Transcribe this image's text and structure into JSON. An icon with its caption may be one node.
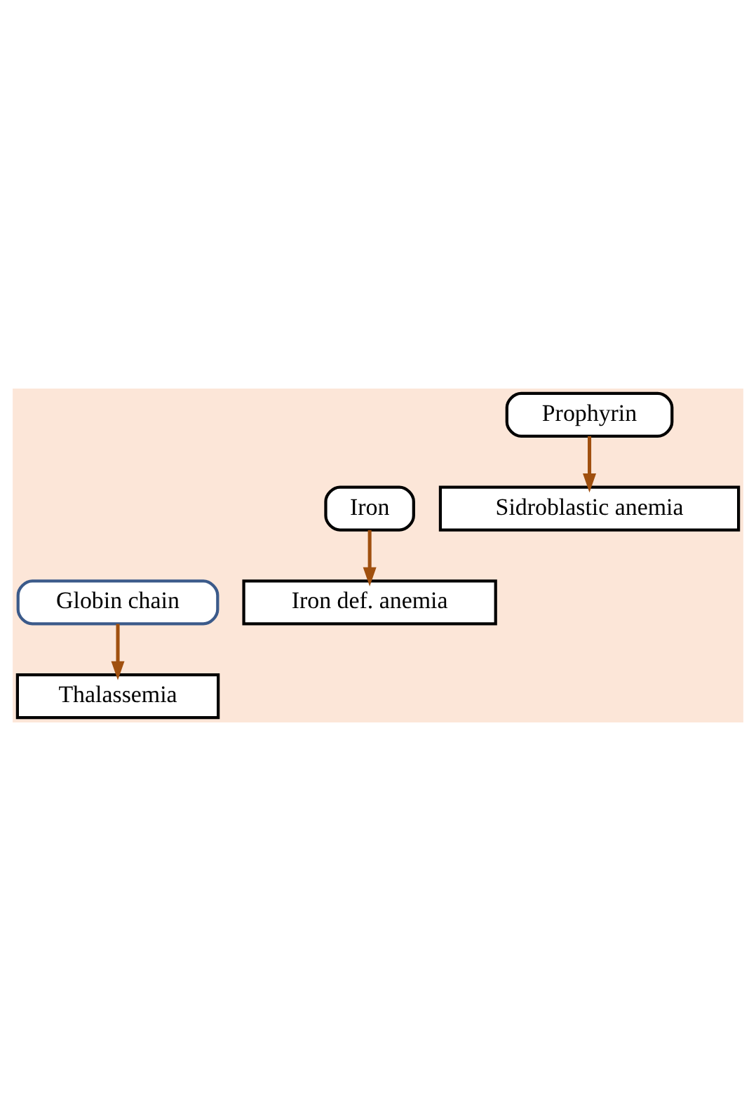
{
  "diagram": {
    "nodes": [
      {
        "text": [
          "Prophyrin"
        ]
      },
      {
        "text": [
          "Iron"
        ]
      },
      {
        "text": [
          "Globin chain"
        ]
      },
      {
        "text": [
          "Thalassemia"
        ]
      },
      {
        "text": [
          "Iron def. anemia"
        ]
      },
      {
        "text": [
          "Sidroblastic anemia"
        ]
      }
    ],
    "edges": [
      {
        "from": 0,
        "to": 5,
        "arrow": "to"
      },
      {
        "from": 1,
        "to": 4,
        "arrow": "to"
      },
      {
        "from": 2,
        "to": 3,
        "arrow": "to"
      }
    ]
  }
}
